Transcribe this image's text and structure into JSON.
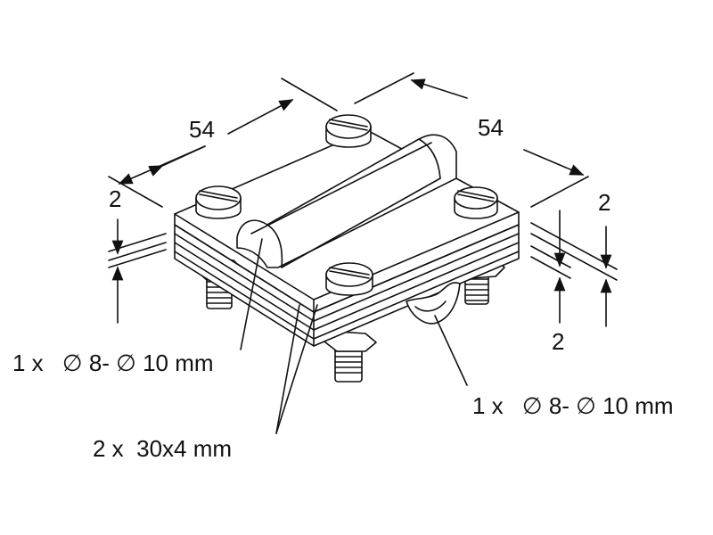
{
  "dimensions": {
    "width_left": "54",
    "width_right": "54",
    "plate_left": "2",
    "plate_right_top": "2",
    "plate_right_bottom": "2"
  },
  "callouts": {
    "conductor_left": {
      "count": "1 x",
      "sym1": "∅",
      "min": "8-",
      "sym2": "∅",
      "max": "10 mm"
    },
    "conductor_right": {
      "count": "1 x",
      "sym1": "∅",
      "min": "8-",
      "sym2": "∅",
      "max": "10 mm"
    },
    "strips": "2 x  30x4 mm"
  },
  "colors": {
    "line": "#111111",
    "fill": "#ffffff"
  }
}
